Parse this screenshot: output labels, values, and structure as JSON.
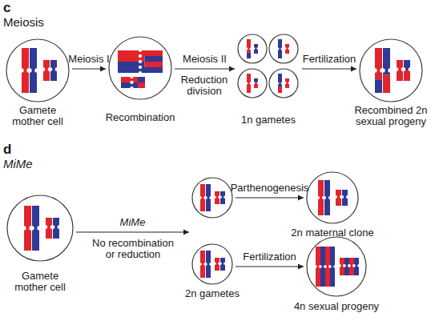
{
  "diagram": {
    "nodes": [
      {
        "text": [
          "Gamete mother cell"
        ]
      },
      {
        "text": [
          "Recombination"
        ]
      },
      {
        "text": [
          "1n gametes"
        ]
      },
      {
        "text": [
          "Recombined 2n sexual progeny"
        ]
      },
      {
        "text": [
          "Gamete mother cell"
        ]
      },
      {
        "text": [
          "2n gametes"
        ]
      },
      {
        "text": [
          "2n maternal clone"
        ]
      },
      {
        "text": [
          "4n sexual progeny"
        ]
      }
    ],
    "edges": [
      {
        "from": 0,
        "to": 1,
        "label": "Meiosis I",
        "arrow": "to"
      },
      {
        "from": 1,
        "to": 2,
        "label": "Meiosis II",
        "arrow": "to"
      },
      {
        "from": 2,
        "to": 3,
        "label": "Fertilization",
        "arrow": "to"
      },
      {
        "from": 4,
        "to": 5,
        "label": "MiMe",
        "arrow": "to"
      },
      {
        "from": 5,
        "to": 6,
        "label": "Parthenogenesis",
        "arrow": "to"
      },
      {
        "from": 5,
        "to": 7,
        "label": "Fertilization",
        "arrow": "to"
      }
    ],
    "labels": [
      "c",
      "Meiosis",
      "Reduction division",
      "d",
      "MiMe",
      "No recombination or reduction"
    ]
  }
}
